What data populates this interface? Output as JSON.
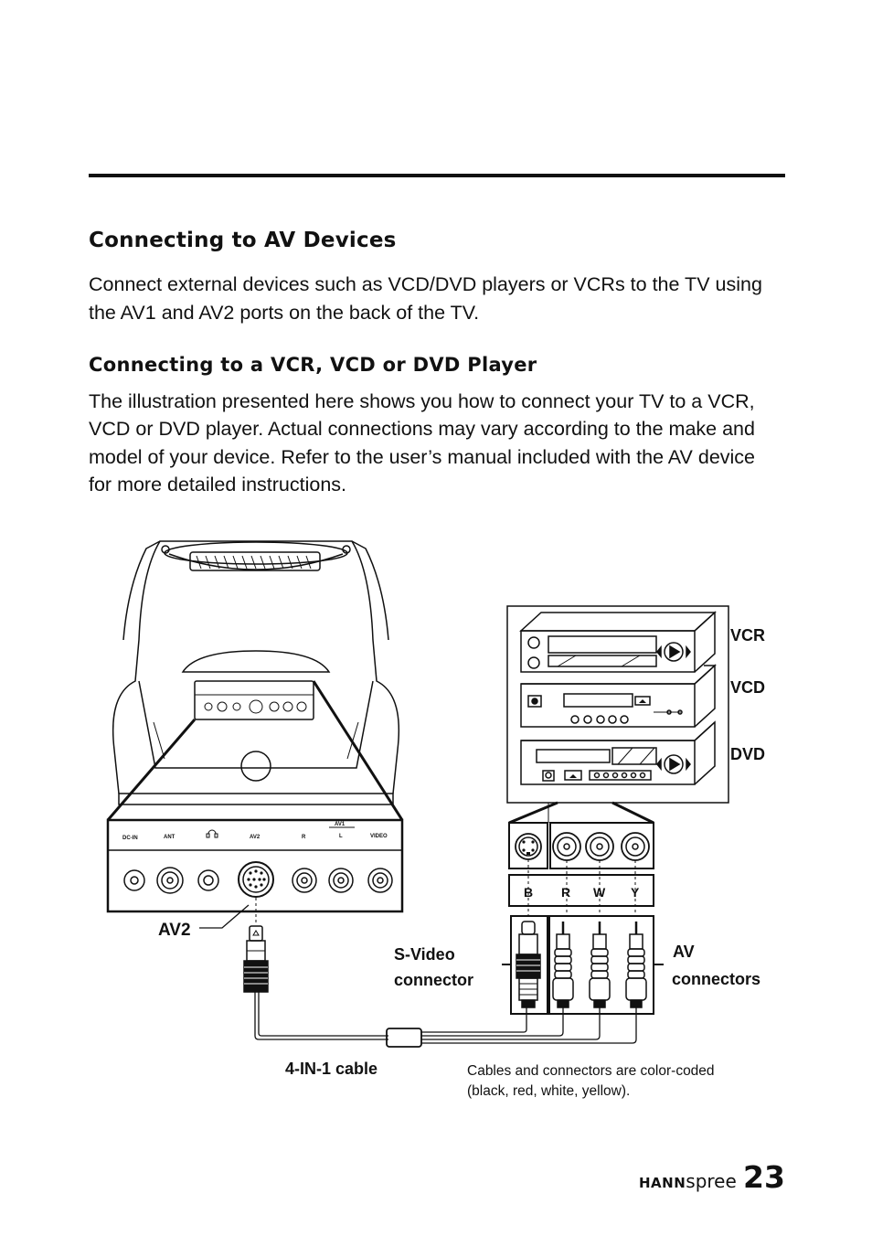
{
  "section": {
    "title": "Connecting to AV Devices",
    "intro": "Connect external devices such as VCD/DVD players or VCRs to the TV using the AV1 and AV2 ports on the back of the TV."
  },
  "subsection": {
    "title": "Connecting to a VCR, VCD or DVD Player",
    "body": "The illustration presented here shows you how to connect your TV to a VCR, VCD or DVD player. Actual connections may vary according to the make and model of your device. Refer to the user’s manual included with the AV device for more detailed instructions."
  },
  "diagram": {
    "devices": [
      "VCR",
      "VCD",
      "DVD"
    ],
    "port_labels": [
      "DC-IN",
      "ANT",
      "AV2",
      "AV1",
      "R",
      "L",
      "VIDEO"
    ],
    "connector_letters": [
      "B",
      "R",
      "W",
      "Y"
    ],
    "av2_label": "AV2",
    "svideo_line1": "S-Video",
    "svideo_line2": "connector",
    "av_line1": "AV",
    "av_line2": "connectors",
    "cable_label": "4-IN-1 cable",
    "note_line1": "Cables and connectors are color-coded",
    "note_line2": "(black, red, white, yellow)."
  },
  "footer": {
    "brand_bold": "HANN",
    "brand_light": "spree",
    "page_number": "23"
  }
}
